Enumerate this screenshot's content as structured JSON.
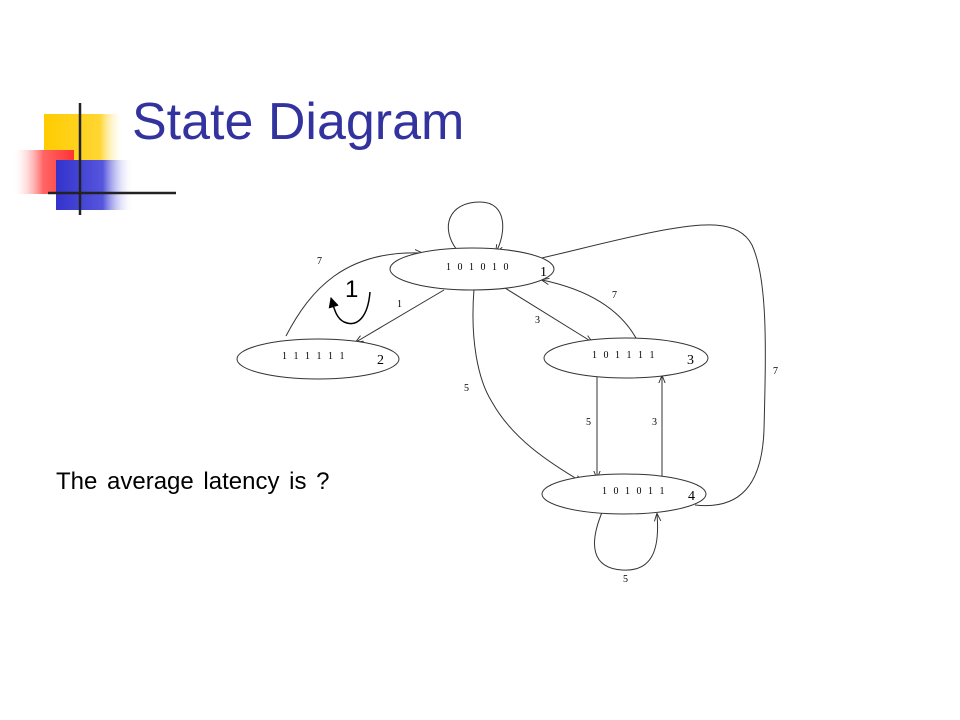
{
  "slide": {
    "title": "State Diagram",
    "body_text": "The average latency is ?"
  },
  "diagram": {
    "states": [
      {
        "id": "1",
        "code": "1 0 1 0 1 0",
        "label": "1"
      },
      {
        "id": "2",
        "code": "1 1 1 1 1 1",
        "label": "2"
      },
      {
        "id": "3",
        "code": "1 0 1 1 1 1",
        "label": "3"
      },
      {
        "id": "4",
        "code": "1 0 1 0 1 1",
        "label": "4"
      }
    ],
    "edges": [
      {
        "from": "2",
        "to": "1",
        "label": "7"
      },
      {
        "from": "1",
        "to": "2",
        "label": "1"
      },
      {
        "from": "1",
        "to": "3",
        "label": "3"
      },
      {
        "from": "3",
        "to": "1",
        "label": "7"
      },
      {
        "from": "1",
        "to": "4",
        "label": "5"
      },
      {
        "from": "3",
        "to": "4",
        "label": "5"
      },
      {
        "from": "4",
        "to": "3",
        "label": "3"
      },
      {
        "from": "4",
        "to": "1",
        "label": "7"
      },
      {
        "from": "4",
        "to": "4",
        "label": "5"
      },
      {
        "from": "1",
        "to": "1",
        "label": ""
      }
    ],
    "callout": {
      "label": "1"
    }
  },
  "colors": {
    "title": "#3333a0",
    "logo_yellow": "#ffcc00",
    "logo_red": "#ff3333",
    "logo_blue": "#3333cc"
  }
}
